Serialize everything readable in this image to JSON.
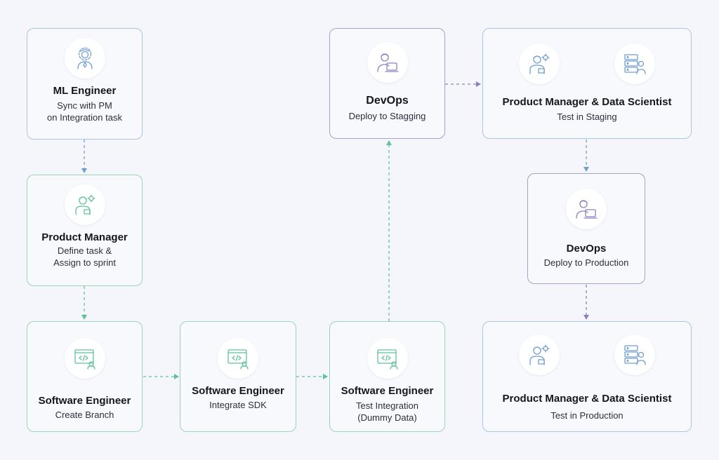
{
  "cards": {
    "ml_engineer": {
      "role": "ML Engineer",
      "task": [
        "Sync with PM",
        "on Integration task"
      ]
    },
    "product_manager": {
      "role": "Product Manager",
      "task": [
        "Define task &",
        "Assign to sprint"
      ]
    },
    "se_create_branch": {
      "role": "Software Engineer",
      "task": [
        "Create Branch"
      ]
    },
    "se_integrate_sdk": {
      "role": "Software Engineer",
      "task": [
        "Integrate SDK"
      ]
    },
    "se_test_integration": {
      "role": "Software Engineer",
      "task": [
        "Test Integration",
        "(Dummy Data)"
      ]
    },
    "devops_staging": {
      "role": "DevOps",
      "task": [
        "Deploy to Stagging"
      ]
    },
    "pm_ds_staging": {
      "role": "Product Manager & Data Scientist",
      "task": [
        "Test in Staging"
      ]
    },
    "devops_production": {
      "role": "DevOps",
      "task": [
        "Deploy to Production"
      ]
    },
    "pm_ds_production": {
      "role": "Product Manager & Data Scientist",
      "task": [
        "Test in Production"
      ]
    }
  },
  "colors": {
    "green": "#5fc29a",
    "blue": "#6f9ed0",
    "purple": "#8a80c4",
    "background": "#f4f6fb"
  },
  "icons": {
    "ml_engineer": [
      "engineer-gear-icon"
    ],
    "product_manager": [
      "manager-gear-icon"
    ],
    "software_engineer": [
      "code-window-person-icon"
    ],
    "devops": [
      "person-laptop-icon"
    ],
    "pm_ds": [
      "manager-gear-icon",
      "server-person-icon"
    ]
  }
}
